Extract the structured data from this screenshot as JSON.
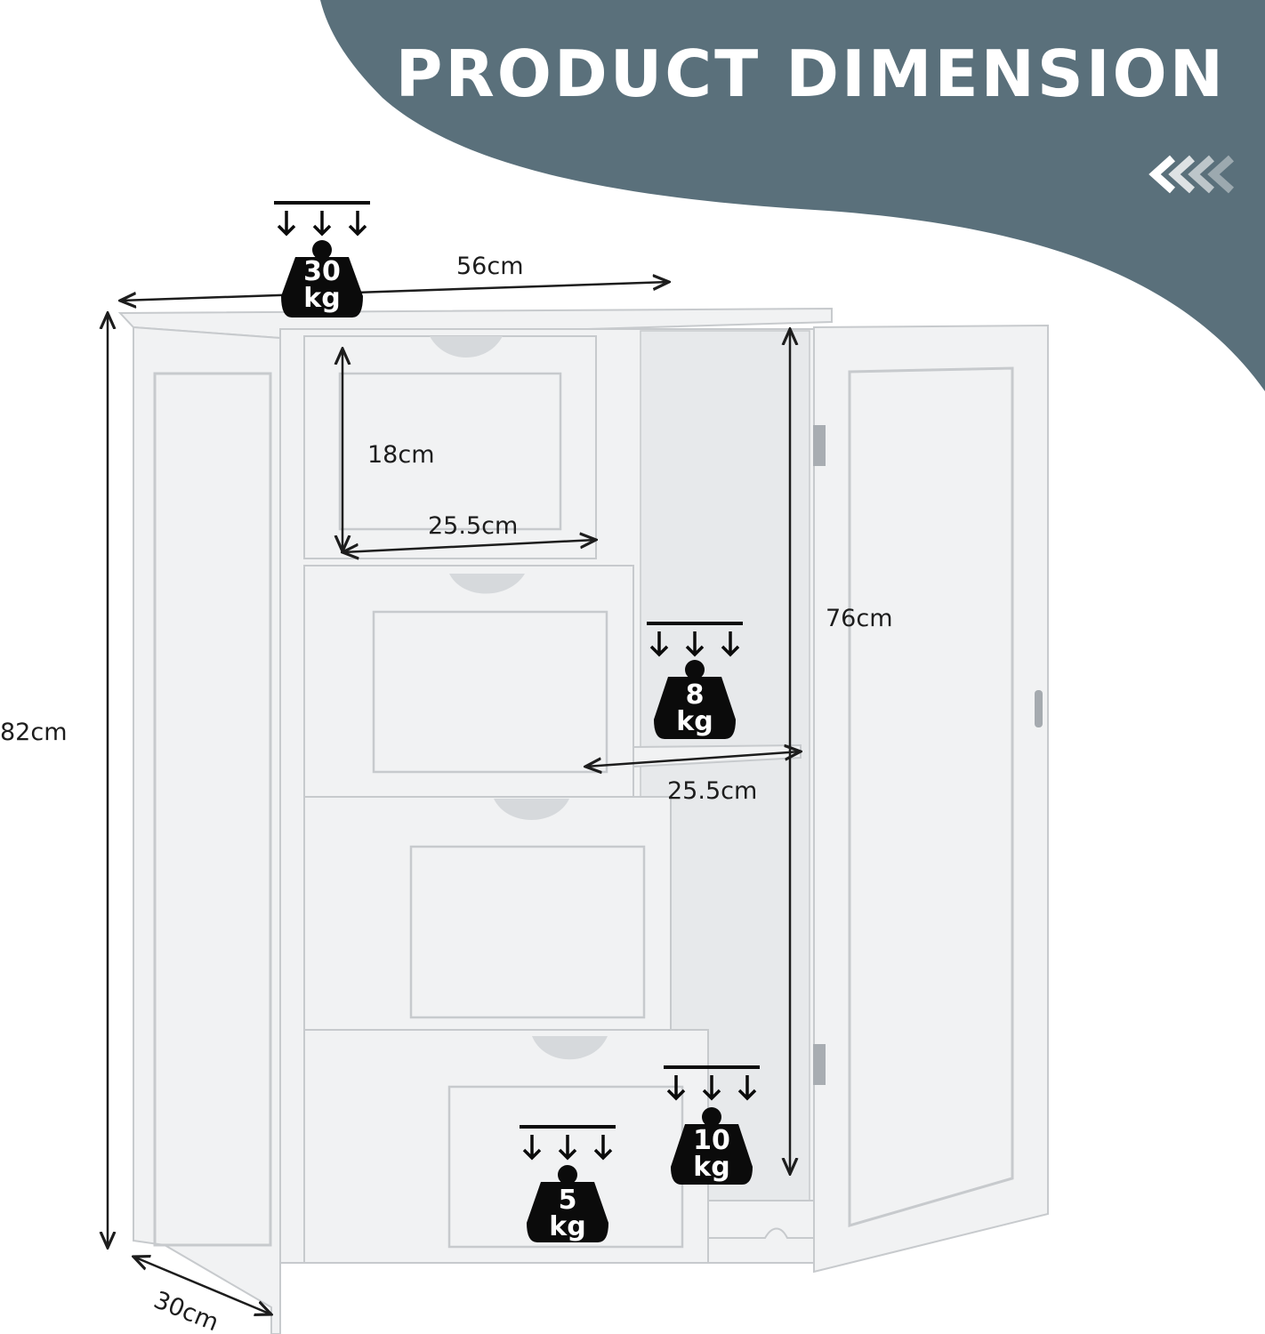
{
  "colors": {
    "banner": "#5a707b",
    "chevron": "#ffffff",
    "cabinet": "#f1f2f3",
    "cabinet_edge": "#c7cacd",
    "weight_icon": "#0b0b0b",
    "text": "#1d1d1d"
  },
  "header": {
    "title": "PRODUCT DIMENSION",
    "icon": "chevrons-left-icon"
  },
  "dimensions": {
    "width": "56cm",
    "height_total": "82cm",
    "depth": "30cm",
    "drawer_height": "18cm",
    "drawer_width": "25.5cm",
    "shelf_width": "25.5cm",
    "door_height": "76cm"
  },
  "weights": [
    {
      "id": "top",
      "value": "30",
      "unit": "kg"
    },
    {
      "id": "shelf",
      "value": "8",
      "unit": "kg"
    },
    {
      "id": "bottom-shelf",
      "value": "10",
      "unit": "kg"
    },
    {
      "id": "drawer",
      "value": "5",
      "unit": "kg"
    }
  ]
}
